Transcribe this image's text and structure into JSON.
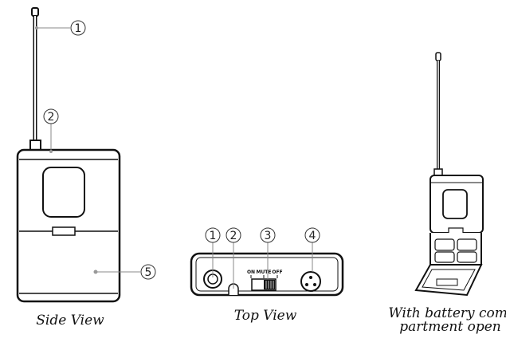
{
  "callouts": {
    "side_antenna": "1",
    "side_top": "2",
    "side_battery": "5",
    "top_1": "1",
    "top_2": "2",
    "top_3": "3",
    "top_4": "4"
  },
  "switch_labels": {
    "on": "ON",
    "mute": "MUTE",
    "off": "OFF"
  },
  "captions": {
    "side": "Side View",
    "top": "Top View",
    "open_line1": "With battery com-",
    "open_line2": "partment open"
  }
}
